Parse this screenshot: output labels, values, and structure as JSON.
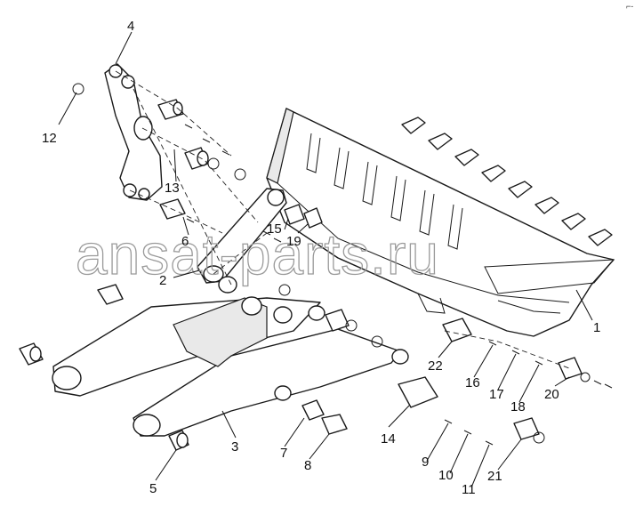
{
  "watermark": "ansat-parts.ru",
  "corner_mark": "⌐-",
  "callouts": [
    {
      "id": "1",
      "label": "1"
    },
    {
      "id": "2",
      "label": "2"
    },
    {
      "id": "3",
      "label": "3"
    },
    {
      "id": "4",
      "label": "4"
    },
    {
      "id": "5",
      "label": "5"
    },
    {
      "id": "6",
      "label": "6"
    },
    {
      "id": "7",
      "label": "7"
    },
    {
      "id": "8",
      "label": "8"
    },
    {
      "id": "9",
      "label": "9"
    },
    {
      "id": "10",
      "label": "10"
    },
    {
      "id": "11",
      "label": "11"
    },
    {
      "id": "12",
      "label": "12"
    },
    {
      "id": "13",
      "label": "13"
    },
    {
      "id": "14",
      "label": "14"
    },
    {
      "id": "15",
      "label": "15"
    },
    {
      "id": "16",
      "label": "16"
    },
    {
      "id": "17",
      "label": "17"
    },
    {
      "id": "18",
      "label": "18"
    },
    {
      "id": "19",
      "label": "19"
    },
    {
      "id": "20",
      "label": "20"
    },
    {
      "id": "21",
      "label": "21"
    },
    {
      "id": "22",
      "label": "22"
    }
  ]
}
